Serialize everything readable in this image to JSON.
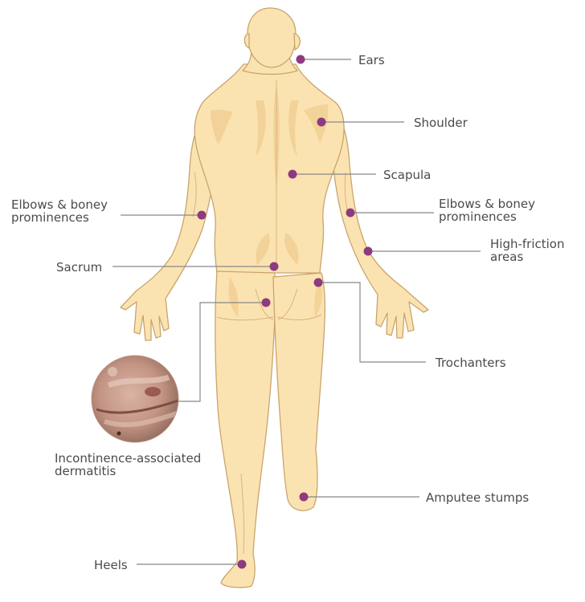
{
  "labels": {
    "ears": "Ears",
    "shoulder": "Shoulder",
    "scapula": "Scapula",
    "elbows_left_line1": "Elbows & boney",
    "elbows_left_line2": "prominences",
    "elbows_right_line1": "Elbows & boney",
    "elbows_right_line2": "prominences",
    "high_friction_line1": "High-friction",
    "high_friction_line2": "areas",
    "sacrum": "Sacrum",
    "trochanters": "Trochanters",
    "incontinence_line1": "Incontinence-associated",
    "incontinence_line2": "dermatitis",
    "amputee": "Amputee stumps",
    "heels": "Heels"
  },
  "colors": {
    "skin": "#fbe3b1",
    "skin_shadow": "#efcd90",
    "outline": "#c9a46c",
    "marker": "#8e3a80",
    "leader_line": "#888888",
    "text": "#4a4a4a",
    "photo_skin": "#c99c8a"
  }
}
